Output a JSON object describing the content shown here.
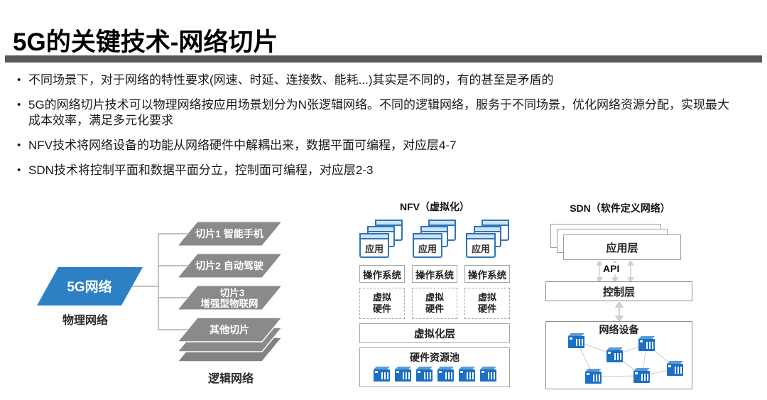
{
  "header": {
    "title": "5G的关键技术-网络切片"
  },
  "bullets": [
    "不同场景下，对于网络的特性要求(网速、时延、连接数、能耗...)其实是不同的，有的甚至是矛盾的",
    "5G的网络切片技术可以物理网络按应用场景划分为N张逻辑网络。不同的逻辑网络，服务于不同场景，优化网络资源分配，实现最大成本效率，满足多元化要求",
    "NFV技术将网络设备的功能从网络硬件中解耦出来，数据平面可编程，对应层4-7",
    "SDN技术将控制平面和数据平面分立，控制面可编程，对应层2-3"
  ],
  "slicing_diagram": {
    "physical_network_label": "5G网络",
    "physical_network_caption": "物理网络",
    "logical_network_caption": "逻辑网络",
    "slices": [
      {
        "label": "切片1 智能手机",
        "label2": ""
      },
      {
        "label": "切片2 自动驾驶",
        "label2": ""
      },
      {
        "label": "切片3",
        "label2": "增强型物联网"
      },
      {
        "label": "其他切片",
        "label2": ""
      }
    ]
  },
  "nfv_diagram": {
    "title": "NFV（虚拟化）",
    "app_label": "应用",
    "os_label": "操作系统",
    "virtual_hw_line1": "虚拟",
    "virtual_hw_line2": "硬件",
    "virtualization_layer_label": "虚拟化层",
    "hardware_pool_label": "硬件资源池"
  },
  "sdn_diagram": {
    "title": "SDN（软件定义网络）",
    "application_layer_label": "应用层",
    "api_label": "API",
    "control_layer_label": "控制层",
    "network_devices_label": "网络设备"
  },
  "colors": {
    "physical_network_blue": "#2E80C5",
    "slice_gray": "#8A8A8A",
    "title_bar_gray": "#595959",
    "server_blue": "#1B6FC4",
    "window_icon_blue": "#2E75B6"
  }
}
